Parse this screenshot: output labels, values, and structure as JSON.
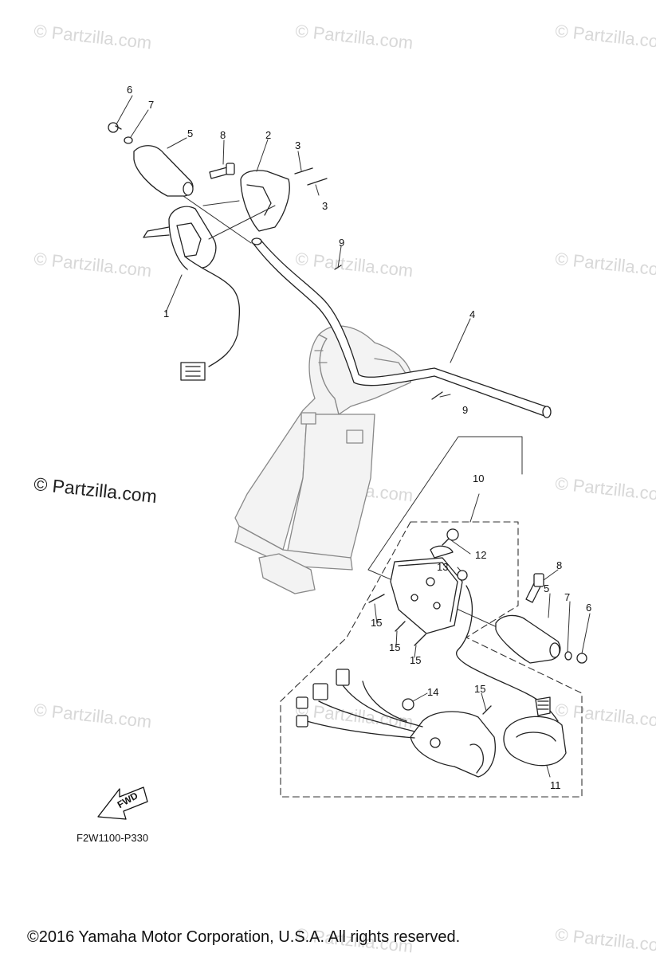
{
  "watermark_text": "© Partzilla.com",
  "figure_code": "F2W1100-P330",
  "fwd_label": "FWD",
  "copyright": "©2016  Yamaha Motor Corporation, U.S.A. All rights reserved.",
  "callouts": {
    "c1": "1",
    "c2": "2",
    "c3a": "3",
    "c3b": "3",
    "c4": "4",
    "c5a": "5",
    "c5b": "5",
    "c6a": "6",
    "c6b": "6",
    "c7a": "7",
    "c7b": "7",
    "c8a": "8",
    "c8b": "8",
    "c9a": "9",
    "c9b": "9",
    "c10": "10",
    "c11": "11",
    "c12": "12",
    "c13": "13",
    "c14": "14",
    "c15a": "15",
    "c15b": "15",
    "c15c": "15",
    "c15d": "15"
  }
}
